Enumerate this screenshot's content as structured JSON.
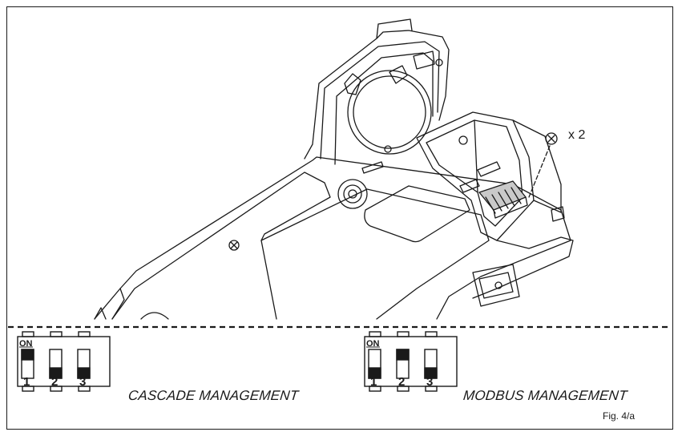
{
  "callouts": {
    "screw_quantity": "x 2"
  },
  "switch_sets": [
    {
      "title": "CASCADE MANAGEMENT",
      "on_label": "ON",
      "numbers": [
        "1",
        "2",
        "3"
      ],
      "states": [
        "on",
        "off",
        "off"
      ]
    },
    {
      "title": "MODBUS MANAGEMENT",
      "on_label": "ON",
      "numbers": [
        "1",
        "2",
        "3"
      ],
      "states": [
        "off",
        "on",
        "off"
      ]
    }
  ],
  "figure_caption": "Fig. 4/a",
  "colors": {
    "line": "#1a1a1a",
    "background": "#ffffff",
    "connector_fill": "#c9c9c9",
    "switch_knob": "#1a1a1a"
  }
}
